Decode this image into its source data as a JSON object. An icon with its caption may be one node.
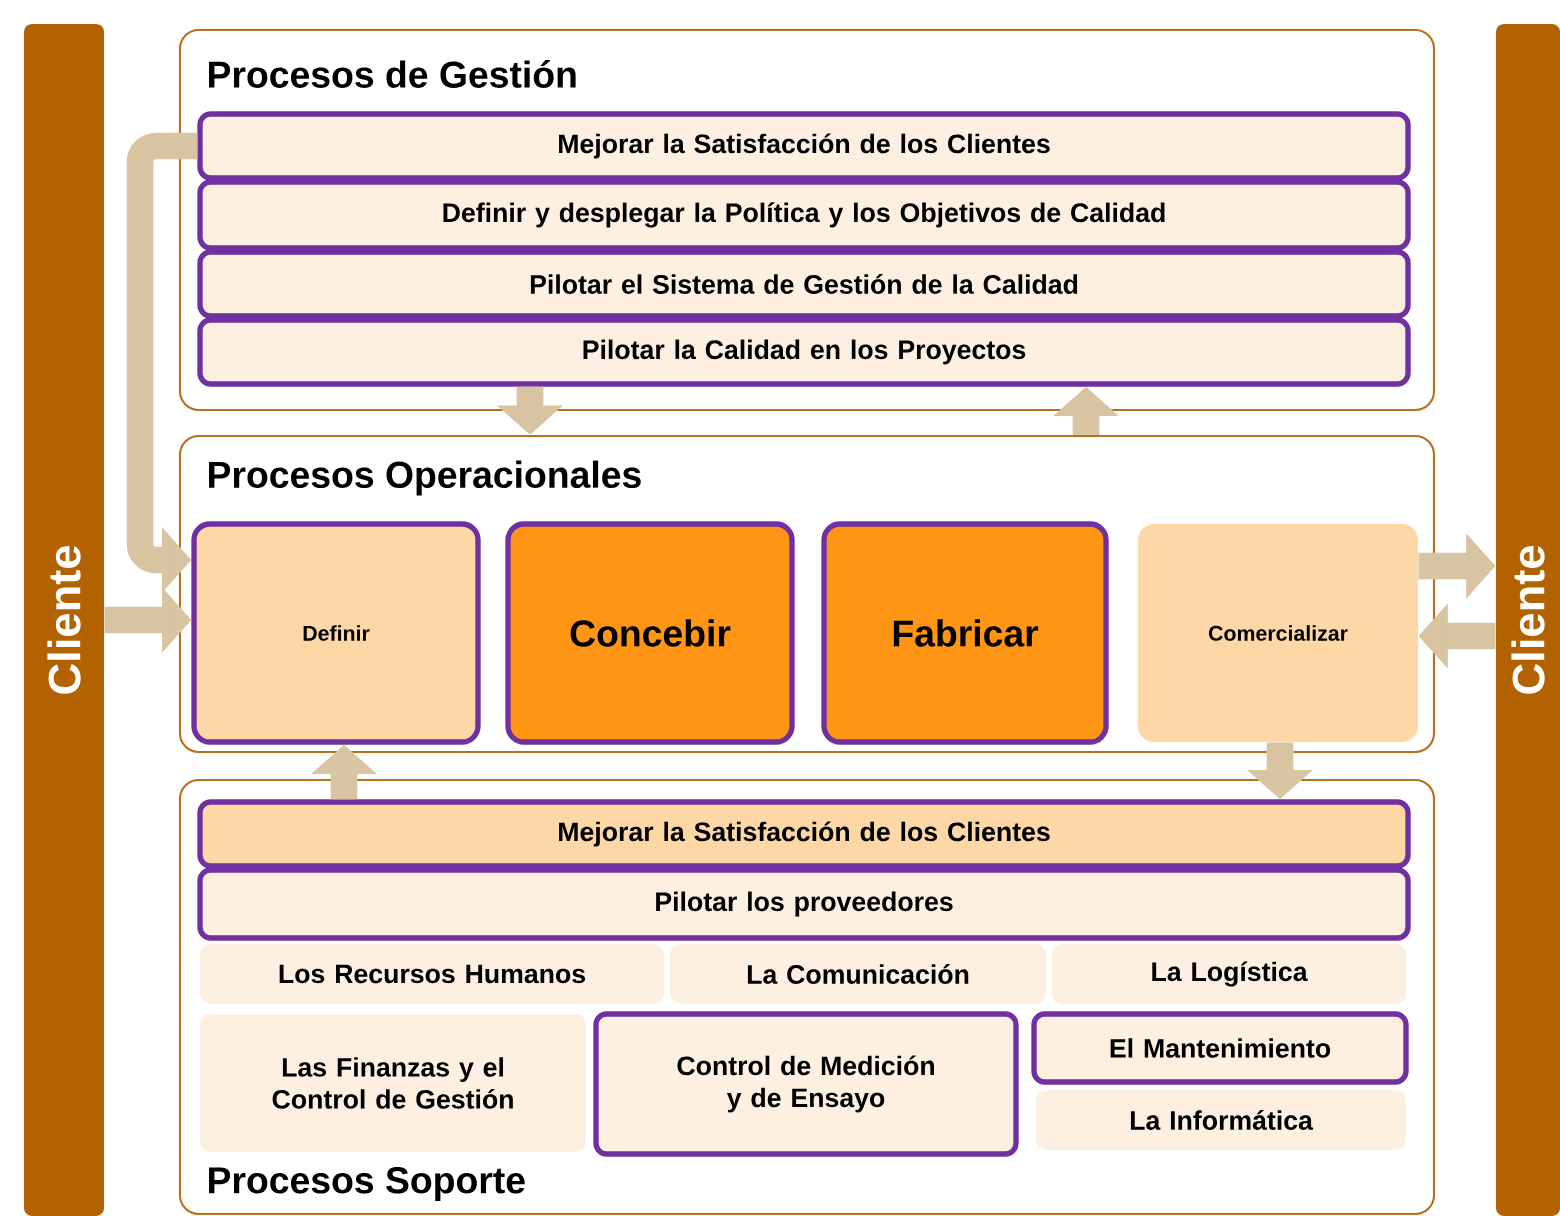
{
  "diagram": {
    "nodes": [
      {
        "text": [
          "Cliente"
        ]
      },
      {
        "text": [
          "Cliente"
        ]
      },
      {
        "text": [
          "Procesos de Gestión"
        ]
      },
      {
        "text": [
          "Mejorar la Satisfacción de los Clientes"
        ],
        "in": 2
      },
      {
        "text": [
          "Definir y desplegar la Política y los Objetivos de Calidad"
        ],
        "in": 2
      },
      {
        "text": [
          "Pilotar el Sistema de Gestión de la Calidad"
        ],
        "in": 2
      },
      {
        "text": [
          "Pilotar la Calidad en los Proyectos"
        ],
        "in": 2
      },
      {
        "text": [
          "Procesos Operacionales"
        ]
      },
      {
        "text": [
          "Definir"
        ],
        "in": 7
      },
      {
        "text": [
          "Concebir"
        ],
        "in": 7
      },
      {
        "text": [
          "Fabricar"
        ],
        "in": 7
      },
      {
        "text": [
          "Comercializar"
        ],
        "in": 7
      },
      {
        "text": [
          "Procesos Soporte"
        ]
      },
      {
        "text": [
          "Mejorar la Satisfacción de los Clientes"
        ],
        "in": 12
      },
      {
        "text": [
          "Pilotar los proveedores"
        ],
        "in": 12
      },
      {
        "text": [
          "Los Recursos Humanos"
        ],
        "in": 12
      },
      {
        "text": [
          "La Comunicación"
        ],
        "in": 12
      },
      {
        "text": [
          "La Logística"
        ],
        "in": 12
      },
      {
        "text": [
          "Las Finanzas y el Control de Gestión"
        ],
        "in": 12
      },
      {
        "text": [
          "Control de Medición y de Ensayo"
        ],
        "in": 12
      },
      {
        "text": [
          "El Mantenimiento"
        ],
        "in": 12
      },
      {
        "text": [
          "La Informática"
        ],
        "in": 12
      }
    ],
    "edges": [
      {
        "from": 3,
        "to": 8,
        "arrow": "to"
      },
      {
        "from": 6,
        "to": 7,
        "arrow": "to"
      },
      {
        "from": 7,
        "to": 6,
        "arrow": "to"
      },
      {
        "from": 0,
        "to": 8,
        "arrow": "to"
      },
      {
        "from": 11,
        "to": 1,
        "arrow": "to"
      },
      {
        "from": 1,
        "to": 11,
        "arrow": "to"
      },
      {
        "from": 11,
        "to": 13,
        "arrow": "to"
      },
      {
        "from": 13,
        "to": 8,
        "arrow": "to"
      }
    ]
  }
}
